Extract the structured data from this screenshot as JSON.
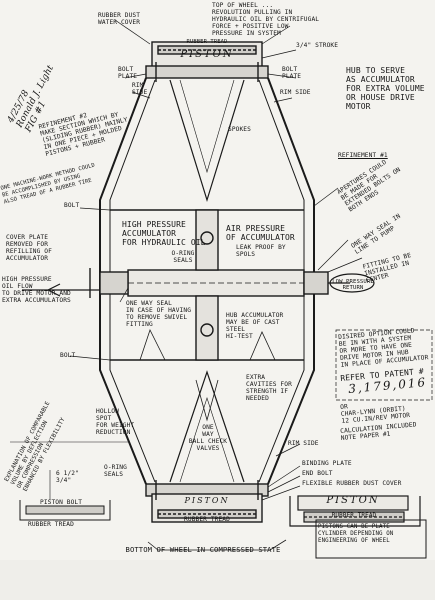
{
  "labels": {
    "rubber_dust_cover": "Rubber Dust\nwater cover",
    "rubber_tread_top": "Rubber Tread",
    "piston_top": "Piston",
    "top_of_wheel": "Top of wheel ...\nrevolution pulling in\nhydraulic oil by centrifugal\nforce + positive low\npressure in system",
    "stroke": "3/4\" Stroke",
    "bolt_plate_left": "Bolt\nplate",
    "bolt_plate_right": "Bolt\nplate",
    "rim_side_left": "Rim\nside",
    "rim_side_right": "Rim side",
    "spokes": "Spokes",
    "hub_to_serve": "Hub to serve\nas accumulator\nfor extra volume\nor house drive\nmotor",
    "handwritten_note": "4/25/78\nRonald J. Light\nFIG #1",
    "refinement_2": "Refinement #2\nmake section which by\n(sliding rubber) Mainly\nin one piece + molded\npistons + rubber",
    "machine_note": "ONE MACHINE-WORK METHOD COULD\nBE ACCOMPLISHED BY USING\nALSO TREAD OF A RUBBER TIRE",
    "refinement_1": "Refinement #1",
    "refinement_1_text": "Apertures could\nbe made for\nextended bolts on\nboth ends",
    "bolt": "Bolt",
    "hp_accumulator": "High pressure\naccumulator\nfor hydraulic oil",
    "o_ring_seals": "O-ring\nseals",
    "air_pressure": "Air pressure\nof accumulator",
    "leak_proof": "Leak proof by\nspols",
    "one_way_seal_hub": "One way seal in\nline to pump",
    "fitting": "Fitting to be\ninstalled in\ncenter",
    "cover_plate": "Cover plate\nremoved for\nrefilling of accumulator",
    "high_pressure_in": "High pressure\noil flow\nto drive motor and\nextra accumulators",
    "low_pressure_return": "Low pressure\nreturn",
    "one_way_seal_check": "One way seal\nin case of having\nto remove swivel\nfitting",
    "hub_accumulator": "Hub accumulator\nmay be of cast\nsteel\nhi-test",
    "distinct_option": "Disired option could\nbe in with a system\nor more to have one\ndrive motor in hub\nin place of accumulator",
    "refer_patent": "Refer to patent #",
    "patent_number": "3,179,016",
    "char_lynn": "or\nChar-Lynn (Orbit)\n12 cu.in/rev motor",
    "calculation": "Calculation included\nnote paper #1",
    "bolt_lower": "Bolt",
    "extra_cavities": "Extra\ncavities for\nstrength if\nneeded",
    "hollow_spot": "Hollow\nspot\nfor weight\nreduction",
    "one_way_ball": "One\nway\nball check\nvalves",
    "rim_side_lower": "Rim side",
    "binding_plate": "Binding plate",
    "end_bolt": "End bolt",
    "flexible_dust": "Flexible rubber dust cover",
    "o_ring_seals_low": "O-ring\nseals",
    "piston_bottom": "Piston",
    "rubber_tread_bottom": "Rubber tread",
    "piston_right": "Piston",
    "rubber_tread_right": "Rubber tread",
    "explanation": "Explanation of comparable\nvolume by deflection\nor compression\nenhanced by flexibility",
    "dimension": "6 1/2\"\n3/4\"",
    "piston_small": "Piston bolt",
    "rubber_tread_small": "Rubber tread",
    "bottom_of_wheel": "Bottom of wheel in compressed state",
    "pistons_can_be": "Pistons can be plate\ncylinder depending on\nengineering of wheel"
  },
  "colors": {
    "ink": "#1a1a1a",
    "paper": "#f4f3ef",
    "shade": "#b9b7b2"
  }
}
